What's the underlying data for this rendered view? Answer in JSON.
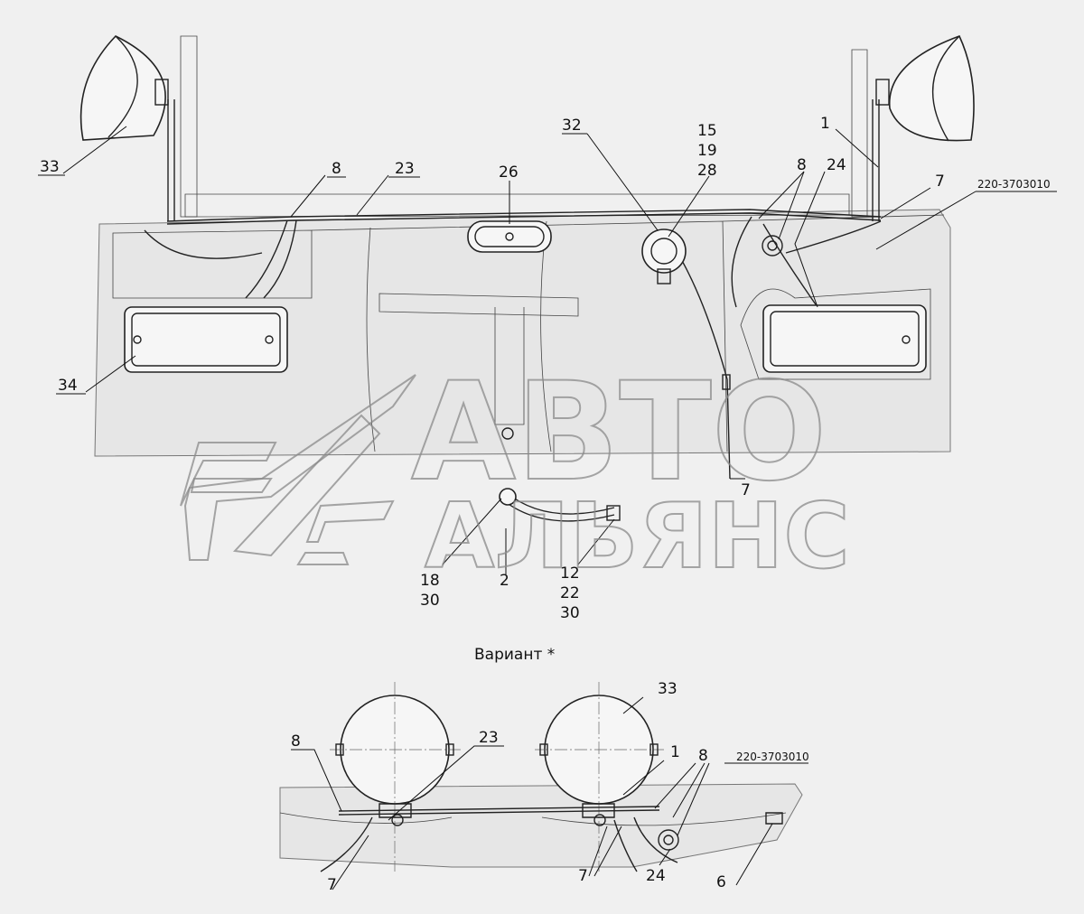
{
  "callouts_main": [
    {
      "id": "c33",
      "label": "33"
    },
    {
      "id": "c8a",
      "label": "8"
    },
    {
      "id": "c23",
      "label": "23"
    },
    {
      "id": "c26",
      "label": "26"
    },
    {
      "id": "c32",
      "label": "32"
    },
    {
      "id": "c15",
      "label": "15"
    },
    {
      "id": "c19",
      "label": "19"
    },
    {
      "id": "c28",
      "label": "28"
    },
    {
      "id": "c8b",
      "label": "8"
    },
    {
      "id": "c24",
      "label": "24"
    },
    {
      "id": "c1",
      "label": "1"
    },
    {
      "id": "c7a",
      "label": "7"
    },
    {
      "id": "c34",
      "label": "34"
    },
    {
      "id": "c7b",
      "label": "7"
    },
    {
      "id": "c18",
      "label": "18"
    },
    {
      "id": "c30a",
      "label": "30"
    },
    {
      "id": "c2",
      "label": "2"
    },
    {
      "id": "c12",
      "label": "12"
    },
    {
      "id": "c22",
      "label": "22"
    },
    {
      "id": "c30b",
      "label": "30"
    }
  ],
  "code_main": "220-3703010",
  "variant_caption": "Вариант *",
  "callouts_variant": [
    {
      "id": "v8a",
      "label": "8"
    },
    {
      "id": "v23",
      "label": "23"
    },
    {
      "id": "v33",
      "label": "33"
    },
    {
      "id": "v1",
      "label": "1"
    },
    {
      "id": "v8b",
      "label": "8"
    },
    {
      "id": "v7a",
      "label": "7"
    },
    {
      "id": "v7b",
      "label": "7"
    },
    {
      "id": "v24",
      "label": "24"
    },
    {
      "id": "v6",
      "label": "6"
    }
  ],
  "code_variant": "220-3703010",
  "watermark": {
    "line1": "АВТО",
    "line2": "АЛЬЯНС"
  }
}
